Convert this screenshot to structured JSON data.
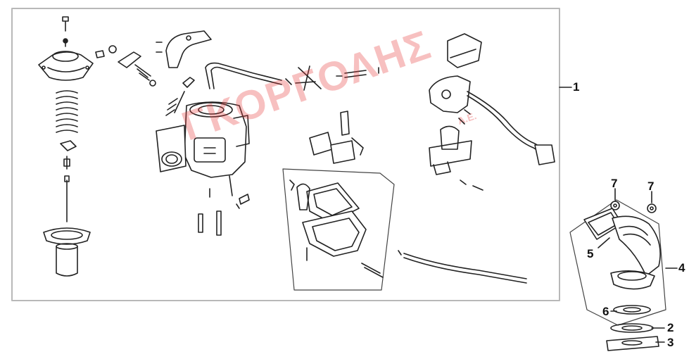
{
  "diagram": {
    "callouts": [
      {
        "id": "c1",
        "label": "1"
      },
      {
        "id": "c2",
        "label": "2"
      },
      {
        "id": "c3",
        "label": "3"
      },
      {
        "id": "c4",
        "label": "4"
      },
      {
        "id": "c5",
        "label": "5"
      },
      {
        "id": "c6",
        "label": "6"
      },
      {
        "id": "c7a",
        "label": "7"
      },
      {
        "id": "c7b",
        "label": "7"
      }
    ],
    "watermark": {
      "text": "ΓΚΟΡΓΟΛΗΣ",
      "suffix": "Α.Ε."
    },
    "colors": {
      "line": "#222222",
      "frame": "#b8b8b8",
      "watermark": "#e63c3c"
    }
  }
}
